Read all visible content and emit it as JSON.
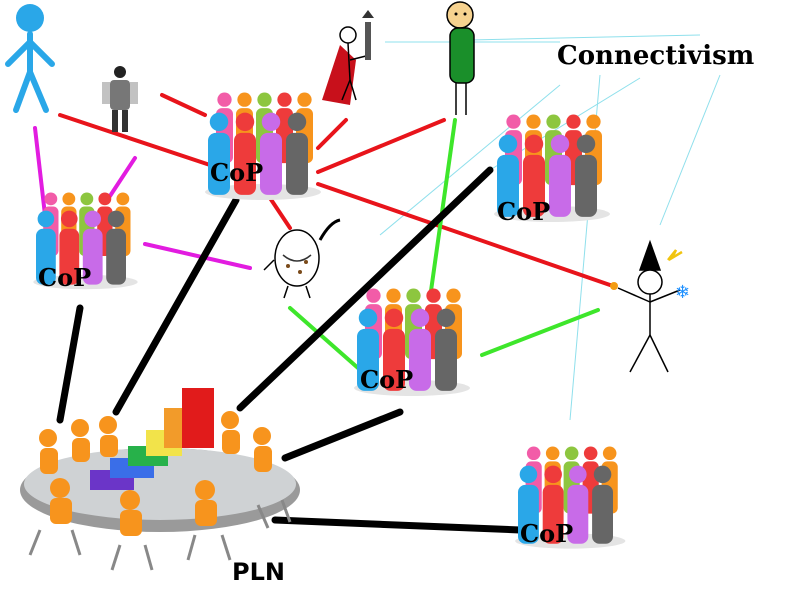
{
  "title": "Connectivism",
  "pln_label": "PLN",
  "cop_labels": [
    "CoP",
    "CoP",
    "CoP",
    "CoP",
    "CoP"
  ],
  "colors": {
    "red_link": "#e8141b",
    "magenta_link": "#e21ce0",
    "green_link": "#3ee62b",
    "black_link": "#000000",
    "cyan_link": "#8fe0ec",
    "person_blue": "#2aa7e8",
    "person_orange": "#f7941d",
    "person_green": "#8dc63f",
    "person_red": "#ee3b3b",
    "person_purple": "#c86be8",
    "person_gray": "#666666",
    "person_pink": "#f25ca8",
    "pln_orange": "#f7941d"
  },
  "icons": [
    "blue-stick-figure-icon",
    "shadow-figure-icon",
    "devil-stick-figure-icon",
    "green-hooded-figure-icon",
    "caveman-doodle-icon",
    "wizard-stick-figure-icon",
    "meeting-table-icon",
    "bar-chart-icon"
  ]
}
